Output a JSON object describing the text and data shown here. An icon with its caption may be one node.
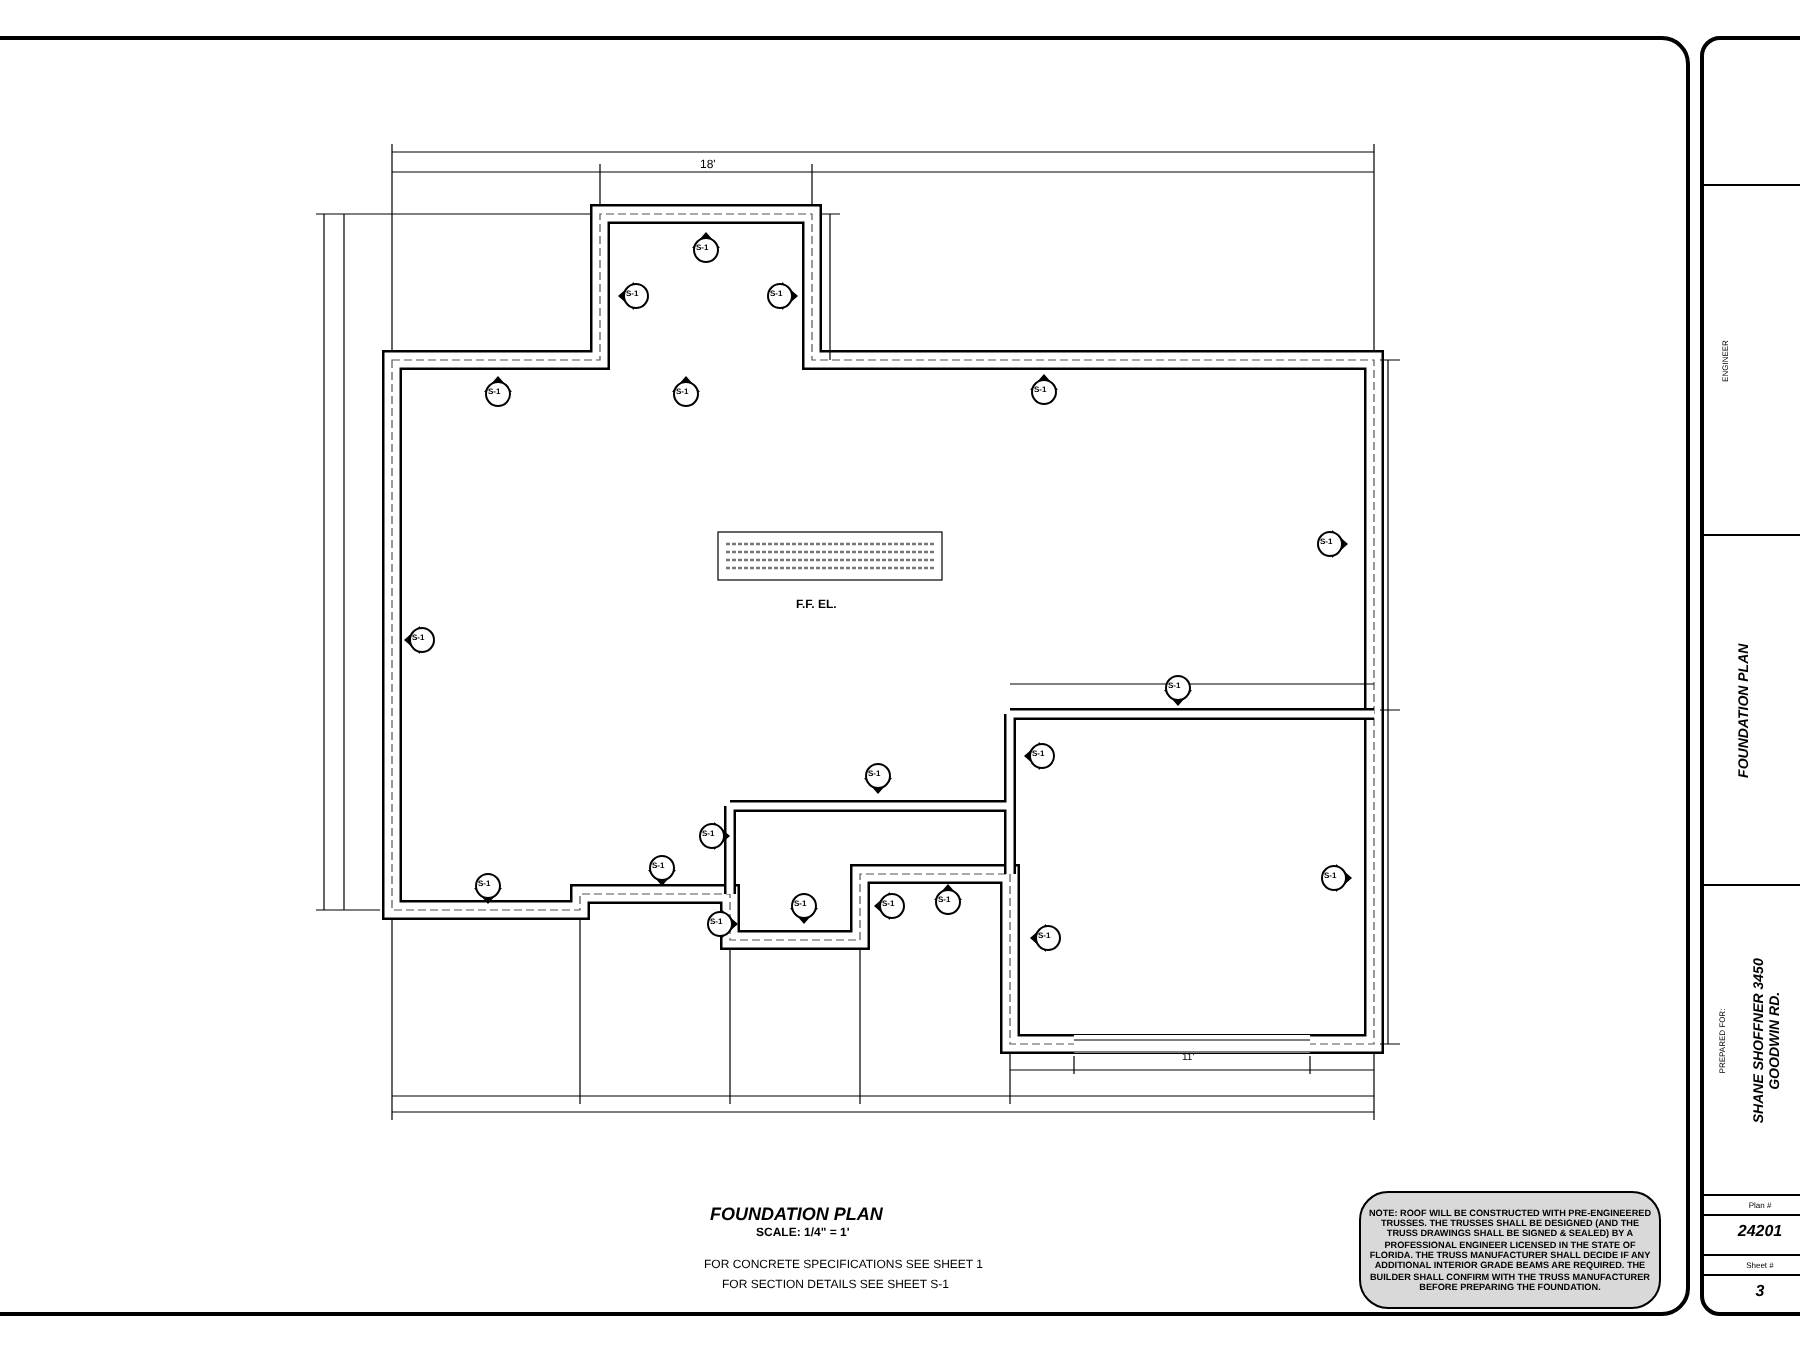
{
  "diagram": {
    "nodes": [
      {
        "text": [
          "NOTE: ROOF WILL BE CONSTRUCTED WITH PRE-ENGINEERED TRUSSES. THE TRUSSES SHALL BE DESIGNED (AND THE TRUSS DRAWINGS SHALL BE SIGNED & SEALED) BY A PROFESSIONAL ENGINEER LICENSED IN THE STATE OF FLORIDA. THE TRUSS MANUFACTURER SHALL DECIDE IF ANY ADDITIONAL INTERIOR GRADE BEAMS ARE REQUIRED. THE BUILDER SHALL CONFIRM WITH THE TRUSS MANUFACTURER BEFORE PREPARING THE FOUNDATION."
        ]
      },
      {
        "text": [
          "ENGINEER"
        ]
      },
      {
        "text": [
          "FOUNDATION PLAN"
        ]
      },
      {
        "text": [
          "PREPARED FOR:",
          "SHANE SHOFFNER 3450 GOODWIN RD."
        ]
      },
      {
        "text": [
          "Plan #",
          "24201"
        ]
      },
      {
        "text": [
          "Sheet #",
          "3"
        ]
      }
    ],
    "labels": [
      "18'",
      "F.F. EL.",
      "S-1",
      "S-1",
      "S-1",
      "S-1",
      "S-1",
      "S-1",
      "S-1",
      "S-1",
      "S-1",
      "S-1",
      "S-1",
      "S-1",
      "S-1",
      "S-1",
      "S-1",
      "S-1",
      "S-1",
      "S-1",
      "S-1",
      "S-1",
      "11'",
      "FOUNDATION PLAN",
      "SCALE: 1/4\" = 1'",
      "FOR CONCRETE SPECIFICATIONS SEE SHEET 1",
      "FOR SECTION DETAILS SEE SHEET S-1"
    ]
  }
}
